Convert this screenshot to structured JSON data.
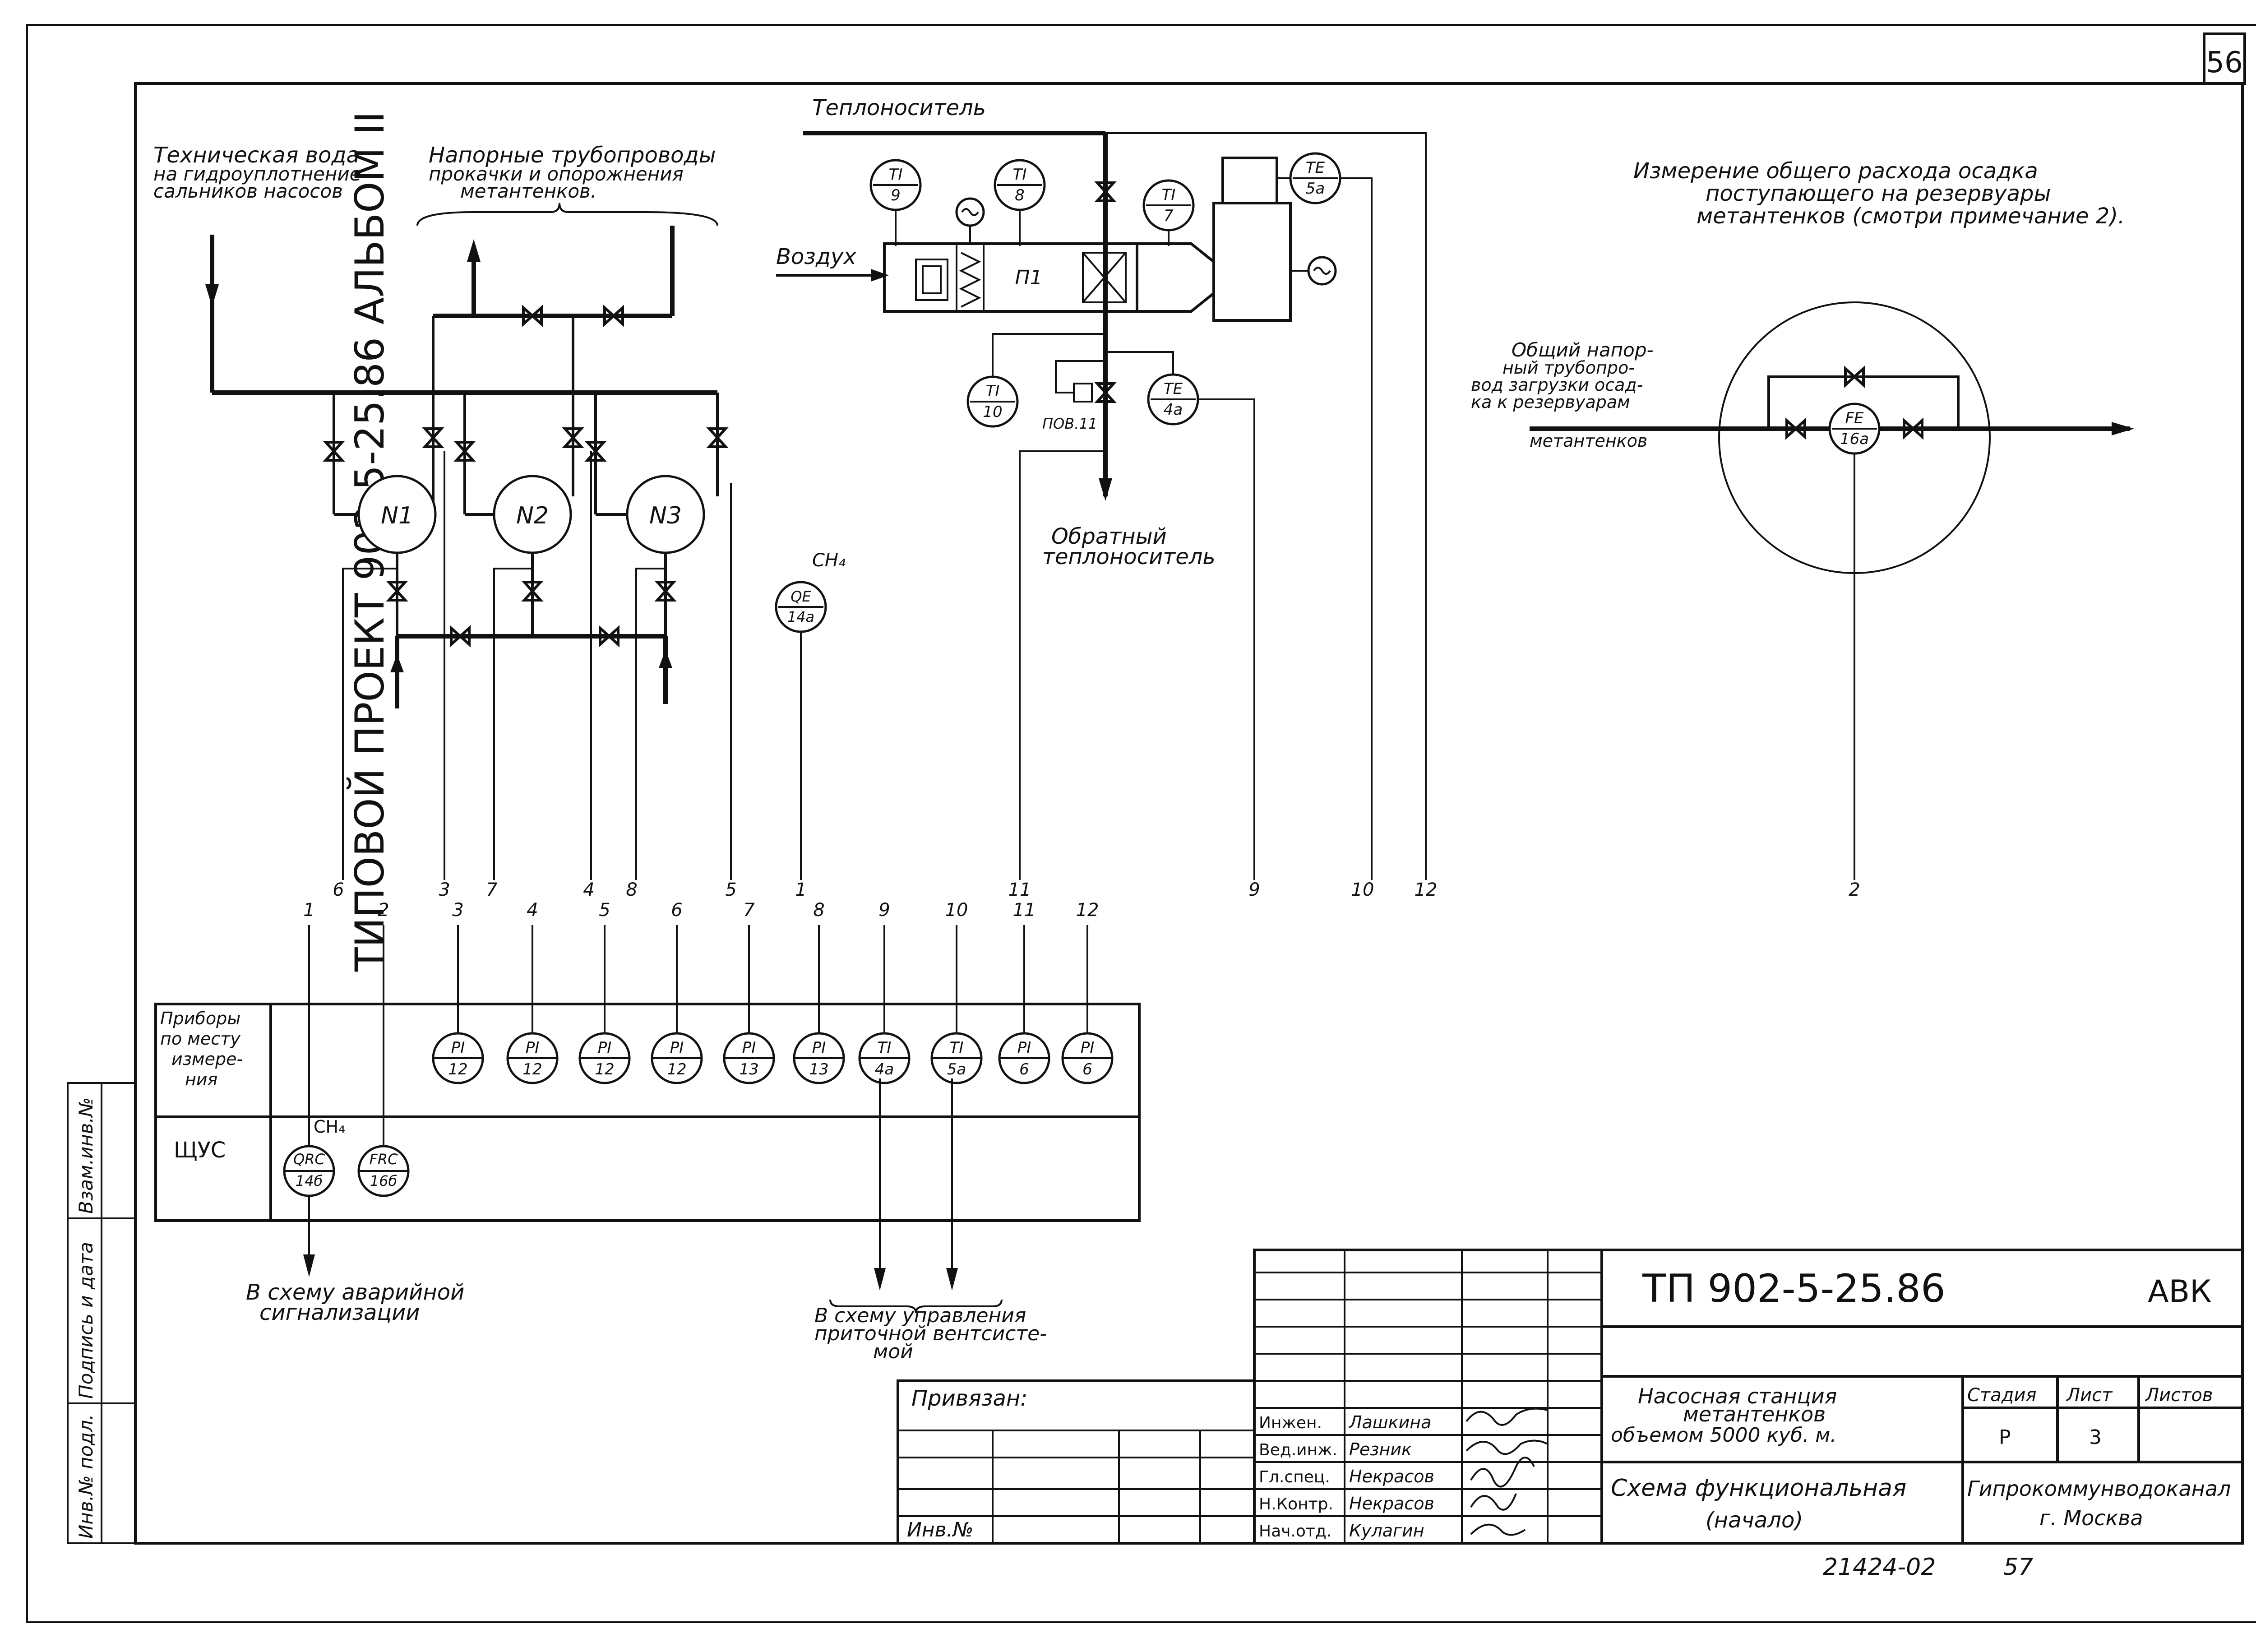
{
  "sheet": {
    "page_number": "56",
    "side_title": "ТИПОВОЙ ПРОЕКТ 902-5-25.86   АЛЬБОМ II",
    "stamp_cells": [
      "Взам.инв.№",
      "Подпись и дата",
      "Инв.№ подл."
    ]
  },
  "labels": {
    "tech_water": "Техническая вода",
    "tech_water_2": "на гидроуплотнение",
    "tech_water_3": "сальников насосов",
    "pressure_lines": "Напорные трубопроводы",
    "pressure_lines_2": "прокачки и опорожнения",
    "pressure_lines_3": "метантенков.",
    "heat_carrier": "Теплоноситель",
    "air": "Воздух",
    "unit": "П1",
    "return_carrier": "Обратный",
    "return_carrier_2": "теплоноситель",
    "ch4_top": "CH₄",
    "ch4_panel": "CH₄",
    "pov": "ПОВ.11",
    "total_flow": "Измерение общего расхода осадка",
    "total_flow_2": "поступающего на резервуары",
    "total_flow_3": "метантенков (смотри примечание 2).",
    "common_line": "Общий напор-",
    "common_line_2": "ный трубопро-",
    "common_line_3": "вод загрузки осад-",
    "common_line_4": "ка к резервуарам",
    "common_line_5": "метантенков",
    "emergency": "В схему аварийной",
    "emergency_2": "сигнализации",
    "vent": "В схему управления",
    "vent_2": "приточной вентсисте-",
    "vent_3": "мой"
  },
  "pumps": [
    "N1",
    "N2",
    "N3"
  ],
  "instruments_field": [
    {
      "tag": "TI",
      "num": "9"
    },
    {
      "tag": "TI",
      "num": "8"
    },
    {
      "tag": "TI",
      "num": "7"
    },
    {
      "tag": "TE",
      "num": "5а"
    },
    {
      "tag": "TI",
      "num": "10"
    },
    {
      "tag": "TE",
      "num": "4а"
    },
    {
      "tag": "QE",
      "num": "14а"
    },
    {
      "tag": "FE",
      "num": "16а"
    }
  ],
  "line_numbers_upper": [
    "6",
    "3",
    "7",
    "4",
    "8",
    "5",
    "1",
    "11",
    "9",
    "10",
    "12",
    "2"
  ],
  "line_numbers_lower": [
    "1",
    "2",
    "3",
    "4",
    "5",
    "6",
    "7",
    "8",
    "9",
    "10",
    "11",
    "12"
  ],
  "panel": {
    "row1_label": "Приборы по месту измере-ния",
    "row1_l1": "Приборы",
    "row1_l2": "по месту",
    "row1_l3": "измере-",
    "row1_l4": "ния",
    "row2_label": "ЩУС",
    "local": [
      {
        "tag": "PI",
        "num": "12"
      },
      {
        "tag": "PI",
        "num": "12"
      },
      {
        "tag": "PI",
        "num": "12"
      },
      {
        "tag": "PI",
        "num": "12"
      },
      {
        "tag": "PI",
        "num": "13"
      },
      {
        "tag": "PI",
        "num": "13"
      },
      {
        "tag": "TI",
        "num": "4а"
      },
      {
        "tag": "TI",
        "num": "5а"
      },
      {
        "tag": "PI",
        "num": "6"
      },
      {
        "tag": "PI",
        "num": "6"
      }
    ],
    "board": [
      {
        "tag": "QRC",
        "num": "14б"
      },
      {
        "tag": "FRC",
        "num": "16б"
      }
    ]
  },
  "title_block": {
    "code": "ТП 902-5-25.86",
    "section": "АВК",
    "bound": "Привязан:",
    "inv": "Инв.№",
    "roles": [
      "Инжен.",
      "Вед.инж.",
      "Гл.спец.",
      "Н.Контр.",
      "Нач.отд."
    ],
    "names": [
      "Лашкина",
      "Резник",
      "Некрасов",
      "Некрасов",
      "Кулагин"
    ],
    "object_1": "Насосная   станция",
    "object_2": "метантенков",
    "object_3": "объемом  5000  куб. м.",
    "drawing_1": "Схема  функциональная",
    "drawing_2": "(начало)",
    "stage_h": "Стадия",
    "sheet_h": "Лист",
    "sheets_h": "Листов",
    "stage": "Р",
    "sheet": "3",
    "org_1": "Гипрокоммунводоканал",
    "org_2": "г. Москва",
    "footer_code": "21424-02",
    "footer_page": "57"
  }
}
